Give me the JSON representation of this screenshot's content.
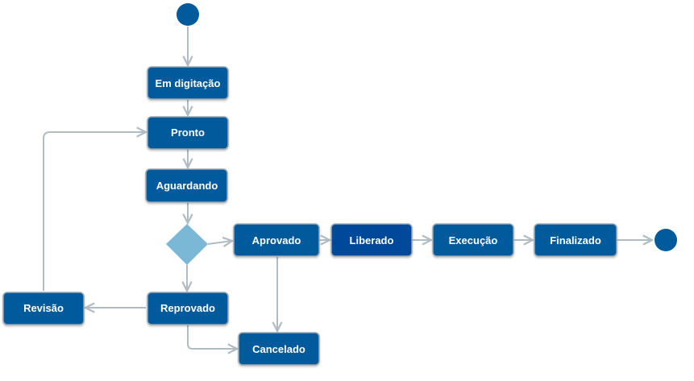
{
  "colors": {
    "node_fill": "#005a9c",
    "node_fill_active": "#00489a",
    "decision_fill": "#7ab8d6",
    "edge": "#b0bcc4",
    "label": "#ffffff"
  },
  "nodes": {
    "start": {
      "type": "start-event"
    },
    "em_digitacao": {
      "label": "Em digitação"
    },
    "pronto": {
      "label": "Pronto"
    },
    "aguardando": {
      "label": "Aguardando"
    },
    "decision": {
      "type": "decision"
    },
    "aprovado": {
      "label": "Aprovado"
    },
    "liberado": {
      "label": "Liberado"
    },
    "execucao": {
      "label": "Execução"
    },
    "finalizado": {
      "label": "Finalizado"
    },
    "end": {
      "type": "end-event"
    },
    "reprovado": {
      "label": "Reprovado"
    },
    "revisao": {
      "label": "Revisão"
    },
    "cancelado": {
      "label": "Cancelado"
    }
  },
  "edges": [
    {
      "from": "start",
      "to": "em_digitacao"
    },
    {
      "from": "em_digitacao",
      "to": "pronto"
    },
    {
      "from": "pronto",
      "to": "aguardando"
    },
    {
      "from": "aguardando",
      "to": "decision"
    },
    {
      "from": "decision",
      "to": "aprovado"
    },
    {
      "from": "decision",
      "to": "reprovado"
    },
    {
      "from": "aprovado",
      "to": "liberado"
    },
    {
      "from": "liberado",
      "to": "execucao"
    },
    {
      "from": "execucao",
      "to": "finalizado"
    },
    {
      "from": "finalizado",
      "to": "end"
    },
    {
      "from": "aprovado",
      "to": "cancelado"
    },
    {
      "from": "reprovado",
      "to": "revisao"
    },
    {
      "from": "reprovado",
      "to": "cancelado"
    },
    {
      "from": "revisao",
      "to": "pronto"
    }
  ]
}
